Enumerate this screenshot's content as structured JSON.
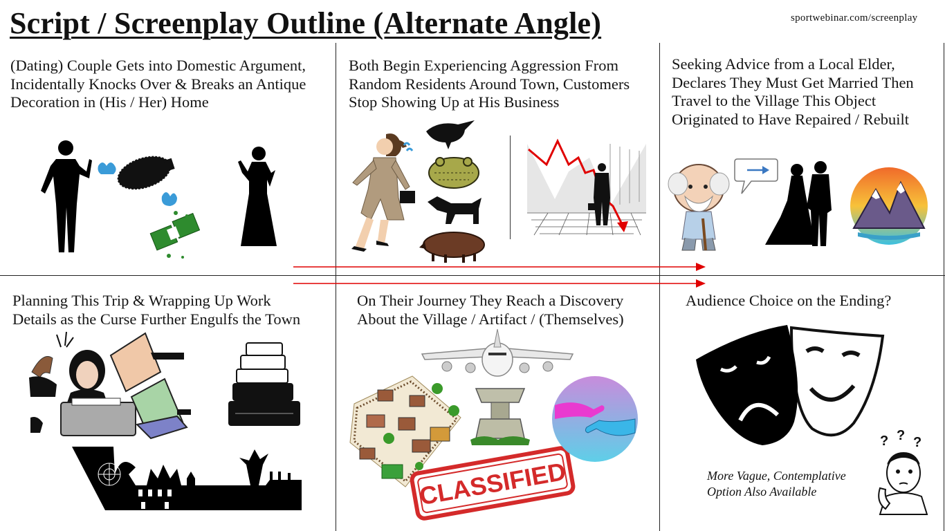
{
  "title": "Script / Screenplay Outline (Alternate Angle)",
  "site": "sportwebinar.com/screenplay",
  "panels": [
    {
      "id": "p1",
      "lines": [
        "(Dating) Couple Gets into Domestic Argument,",
        "Incidentally Knocks Over & Breaks an Antique",
        "Decoration in (His / Her) Home"
      ]
    },
    {
      "id": "p2",
      "lines": [
        "Both Begin Experiencing Aggression From",
        "Random Residents Around Town, Customers",
        "Stop Showing Up at His Business"
      ]
    },
    {
      "id": "p3",
      "lines": [
        "Seeking Advice from a Local Elder,",
        "Declares They Must Get Married Then",
        "Travel to the Village This Object",
        "Originated to Have Repaired / Rebuilt"
      ]
    },
    {
      "id": "p4",
      "lines": [
        "Planning This Trip & Wrapping Up Work",
        "Details as the Curse Further Engulfs the Town"
      ]
    },
    {
      "id": "p5",
      "lines": [
        "On Their Journey They Reach a Discovery",
        "About the Village / Artifact / (Themselves)"
      ]
    },
    {
      "id": "p6",
      "lines": [
        "Audience Choice on the Ending?"
      ]
    }
  ],
  "alternate_note": [
    "More Vague, Contemplative",
    "Option Also Available"
  ],
  "stamp_text": "CLASSIFIED",
  "colors": {
    "arrow": "#e00000",
    "stamp": "#d42a2a",
    "crash": "#e00000"
  }
}
